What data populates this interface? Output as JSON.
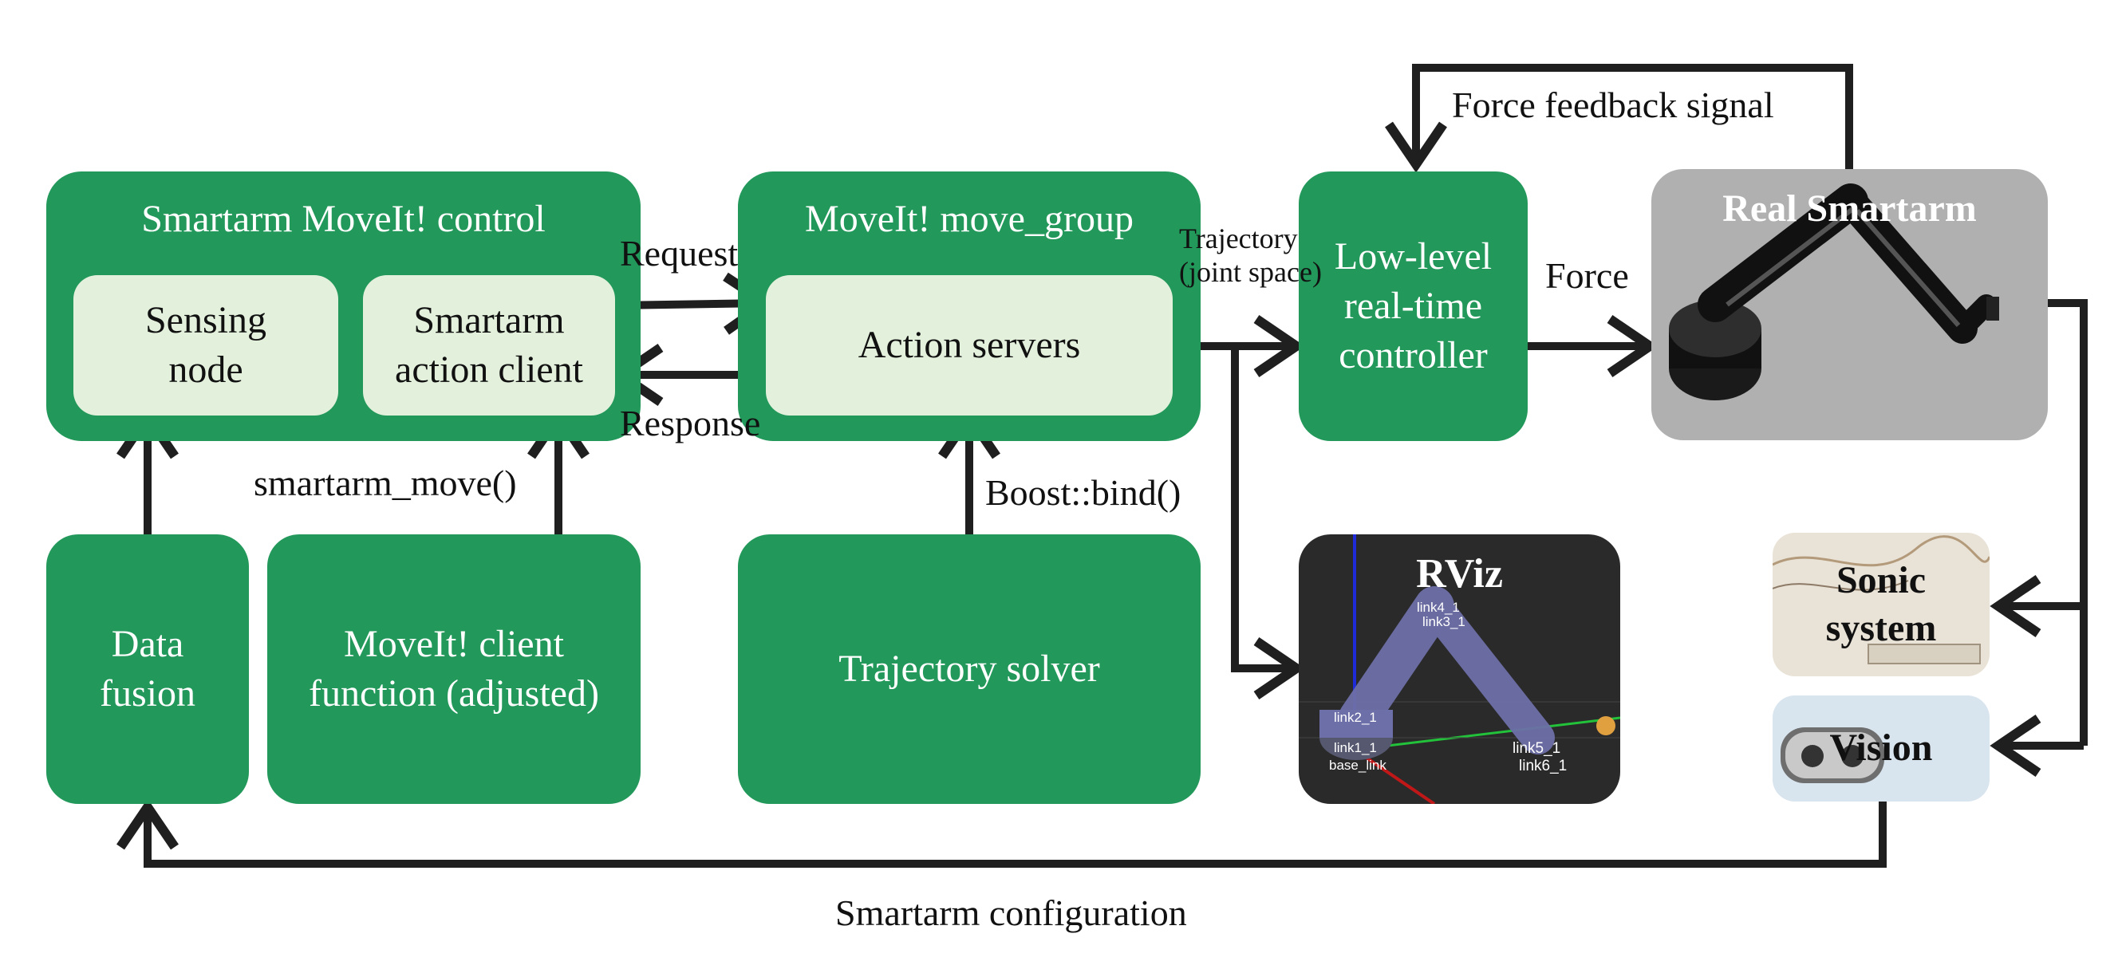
{
  "colors": {
    "green": "#22985a",
    "light_green": "#e3f0dc",
    "arrow": "#1f1f1f",
    "real_panel": "#b0b0b0",
    "rviz_panel": "#2a2a2a"
  },
  "groups": {
    "smartarm_control": {
      "title": "Smartarm MoveIt! control",
      "sensing_node": "Sensing\nnode",
      "action_client": "Smartarm\naction client"
    },
    "move_group": {
      "title": "MoveIt! move_group",
      "action_servers": "Action servers"
    }
  },
  "nodes": {
    "data_fusion": "Data\nfusion",
    "client_function": "MoveIt! client\nfunction (adjusted)",
    "trajectory_solver": "Trajectory solver",
    "low_level_controller": "Low-level\nreal-time\ncontroller"
  },
  "images": {
    "real_smartarm": "Real Smartarm",
    "rviz": "RViz",
    "sonic": "Sonic\nsystem",
    "vision": "Vision",
    "rviz_links": [
      "link4_1",
      "link3_1",
      "link2_1",
      "link1_1",
      "base_link",
      "link5_1",
      "link6_1"
    ],
    "rviz_icons": [
      "robot-arm-icon",
      "sensor-board-icon",
      "camera-icon"
    ]
  },
  "edges": {
    "request": "Request",
    "response": "Response",
    "trajectory": "Trajectory\n(joint space)",
    "force": "Force",
    "force_feedback": "Force feedback signal",
    "smartarm_move": "smartarm_move()",
    "boost_bind": "Boost::bind()",
    "configuration": "Smartarm configuration"
  }
}
